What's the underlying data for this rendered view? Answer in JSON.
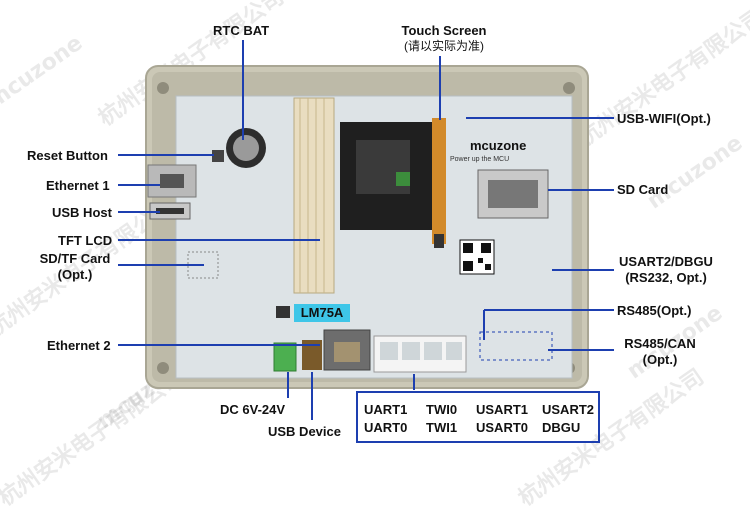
{
  "labels": {
    "rtc_bat": "RTC BAT",
    "touch_screen": "Touch Screen",
    "touch_screen_note": "(请以实际为准)",
    "usb_wifi": "USB-WIFI(Opt.)",
    "reset_button": "Reset Button",
    "ethernet1": "Ethernet 1",
    "usb_host": "USB Host",
    "tft_lcd": "TFT LCD",
    "sd_tf_card": "SD/TF Card",
    "sd_tf_card_opt": "(Opt.)",
    "sd_card": "SD Card",
    "usart2_dbgu": "USART2/DBGU",
    "usart2_dbgu_opt": "(RS232, Opt.)",
    "rs485_opt": "RS485(Opt.)",
    "rs485_can": "RS485/CAN",
    "rs485_can_opt": "(Opt.)",
    "ethernet2": "Ethernet 2",
    "dc_power": "DC 6V-24V",
    "usb_device": "USB Device",
    "lm75a": "LM75A"
  },
  "board": {
    "brand": "mcuzone",
    "slogan": "Power up the MCU"
  },
  "ports_table": [
    [
      "UART1",
      "TWI0",
      "USART1",
      "USART2"
    ],
    [
      "UART0",
      "TWI1",
      "USART0",
      "DBGU"
    ]
  ],
  "watermarks": [
    "mcuzone",
    "杭州安米电子有限公司"
  ],
  "colors": {
    "pcb": "#dde3e6",
    "frame": "#cbc8b6",
    "leader": "#1d3fb0",
    "highlight": "#3ec6e8"
  }
}
